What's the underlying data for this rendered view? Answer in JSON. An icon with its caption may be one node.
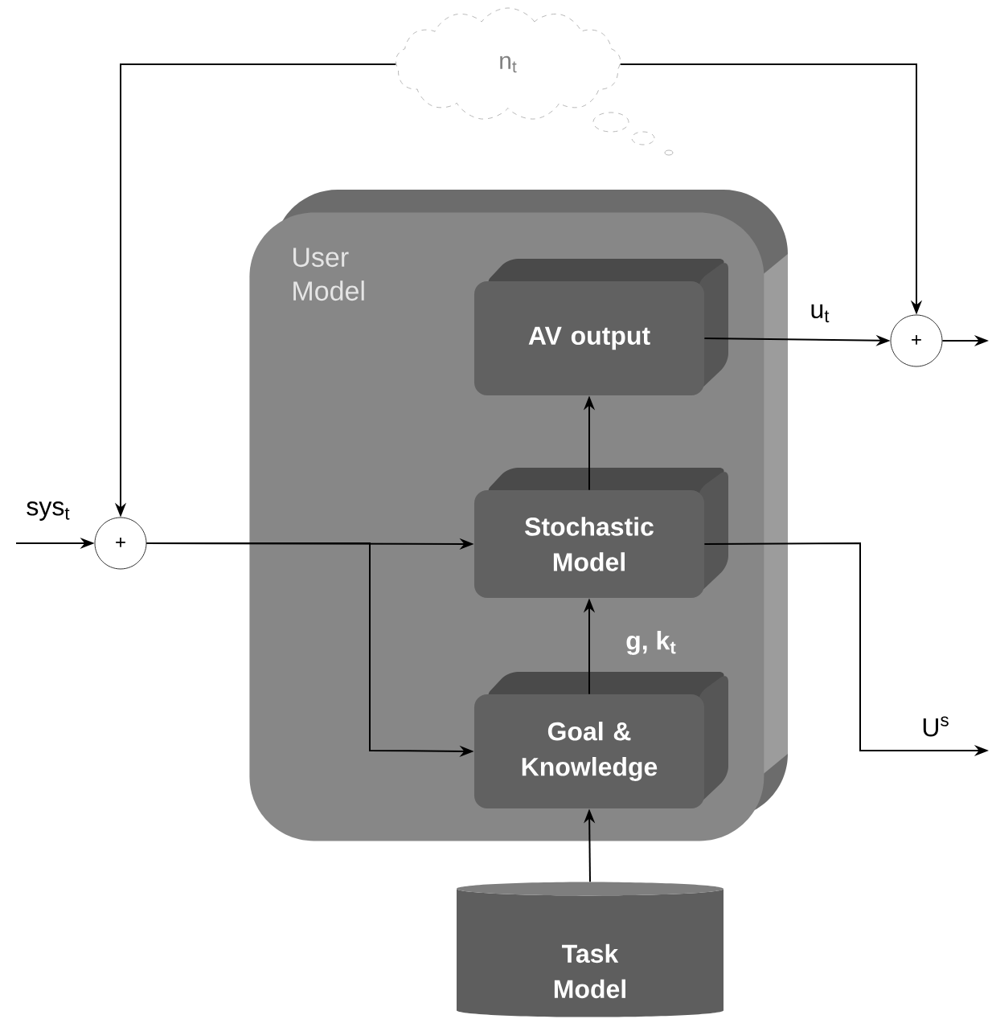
{
  "diagram": {
    "nodes": [
      {
        "text": [
          "User Model"
        ]
      },
      {
        "text": [
          "AV output"
        ],
        "in": 0
      },
      {
        "text": [
          "Stochastic Model"
        ],
        "in": 0
      },
      {
        "text": [
          "Goal & Knowledge"
        ],
        "in": 0
      },
      {
        "text": [
          "Task Model"
        ]
      },
      {
        "text": [
          "n$_{t}$"
        ]
      },
      {
        "text": [
          "+"
        ]
      },
      {
        "text": [
          "+"
        ]
      }
    ],
    "edges": [
      {
        "from": null,
        "to": 6,
        "arrow": "to",
        "label": "sys$_{t}$"
      },
      {
        "from": 5,
        "to": 6,
        "arrow": "to"
      },
      {
        "from": 5,
        "to": 7,
        "arrow": "to"
      },
      {
        "from": 6,
        "to": 2,
        "arrow": "to"
      },
      {
        "from": 6,
        "to": 3,
        "arrow": "to"
      },
      {
        "from": 3,
        "to": 2,
        "arrow": "to",
        "label": "g, k$_{t}$"
      },
      {
        "from": 2,
        "to": 1,
        "arrow": "to"
      },
      {
        "from": 1,
        "to": 7,
        "arrow": "to",
        "label": "u$_{t}$"
      },
      {
        "from": 7,
        "to": null,
        "arrow": "to"
      },
      {
        "from": 2,
        "to": null,
        "arrow": "to",
        "label": "U$^{s}$"
      },
      {
        "from": 4,
        "to": 3,
        "arrow": "to"
      }
    ]
  }
}
